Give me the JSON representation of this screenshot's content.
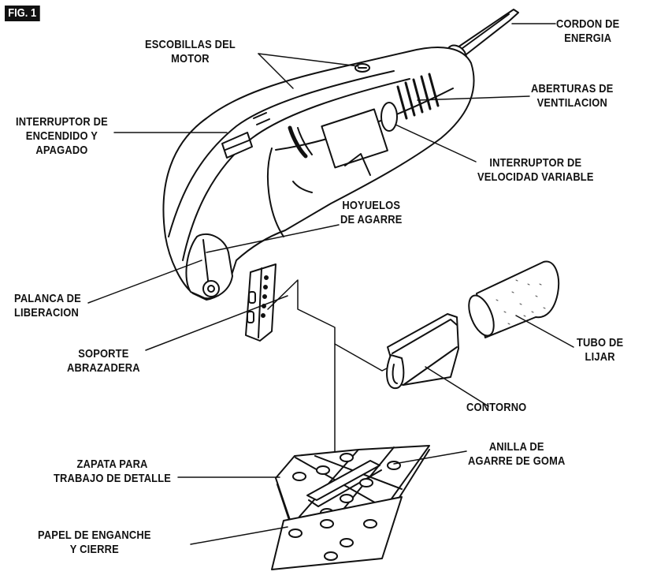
{
  "figure_tag": "FIG. 1",
  "labels": {
    "cordon": [
      "CORDON DE",
      "ENERGIA"
    ],
    "escobillas": [
      "ESCOBILLAS DEL",
      "MOTOR"
    ],
    "aberturas": [
      "ABERTURAS DE",
      "VENTILACION"
    ],
    "interruptor_encendido": [
      "INTERRUPTOR DE",
      "ENCENDIDO Y",
      "APAGADO"
    ],
    "interruptor_velocidad": [
      "INTERRUPTOR DE",
      "VELOCIDAD VARIABLE"
    ],
    "hoyuelos": [
      "HOYUELOS",
      "DE AGARRE"
    ],
    "palanca": [
      "PALANCA DE",
      "LIBERACION"
    ],
    "soporte": [
      "SOPORTE",
      "ABRAZADERA"
    ],
    "tubo": [
      "TUBO DE",
      "LIJAR"
    ],
    "contorno": [
      "CONTORNO"
    ],
    "zapata": [
      "ZAPATA PARA",
      "TRABAJO DE DETALLE"
    ],
    "anilla": [
      "ANILLA DE",
      "AGARRE DE GOMA"
    ],
    "papel": [
      "PAPEL DE ENGANCHE",
      "Y CIERRE"
    ]
  }
}
